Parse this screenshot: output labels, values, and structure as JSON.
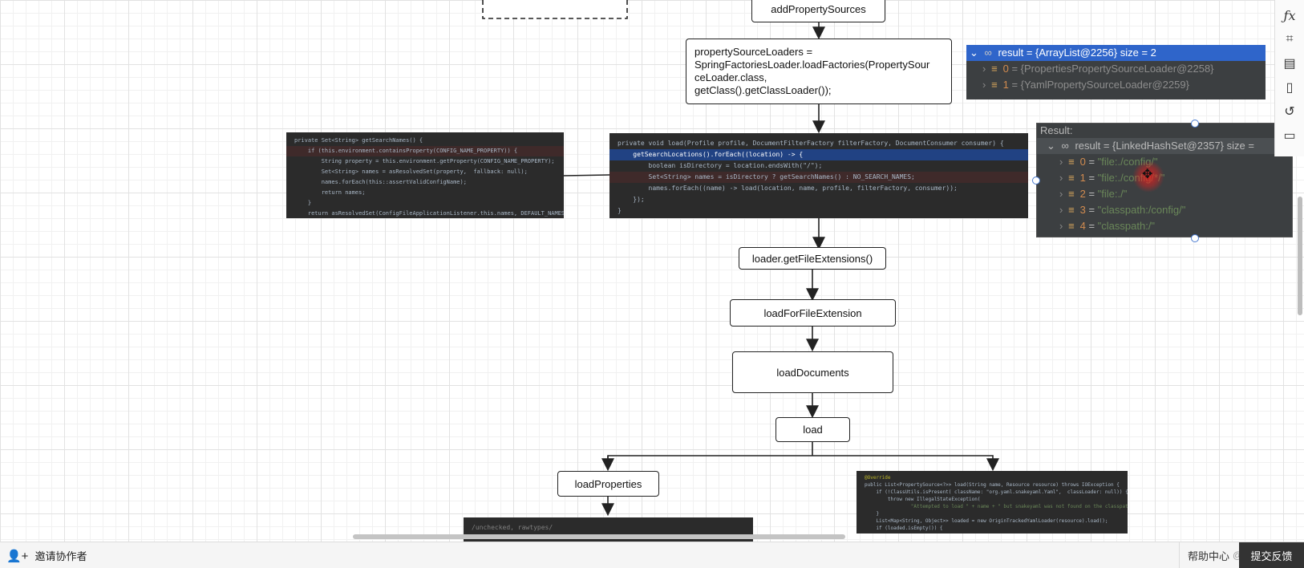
{
  "diagram": {
    "nodes": {
      "add_property_sources": "addPropertySources",
      "property_source_loaders": [
        "propertySourceLoaders =",
        "SpringFactoriesLoader.loadFactories(PropertySour",
        "ceLoader.class,",
        "getClass().getClassLoader());"
      ],
      "get_file_extensions": "loader.getFileExtensions()",
      "load_for_file_extension": "loadForFileExtension",
      "load_documents": "loadDocuments",
      "load": "load",
      "load_properties": "loadProperties"
    }
  },
  "code_get_search_names": [
    "private Set<String> getSearchNames() {",
    "    if (this.environment.containsProperty(CONFIG_NAME_PROPERTY)) {",
    "        String property = this.environment.getProperty(CONFIG_NAME_PROPERTY);",
    "        Set<String> names = asResolvedSet(property,  fallback: null);",
    "        names.forEach(this::assertValidConfigName);",
    "        return names;",
    "    }",
    "    return asResolvedSet(ConfigFileApplicationListener.this.names, DEFAULT_NAMES);",
    "}"
  ],
  "code_load": [
    "private void load(Profile profile, DocumentFilterFactory filterFactory, DocumentConsumer consumer) {",
    "    getSearchLocations().forEach((location) -> {",
    "        boolean isDirectory = location.endsWith(\"/\");",
    "        Set<String> names = isDirectory ? getSearchNames() : NO_SEARCH_NAMES;",
    "        names.forEach((name) -> load(location, name, profile, filterFactory, consumer));",
    "    });",
    "}"
  ],
  "code_yaml_load": [
    "@Override",
    "public List<PropertySource<?>> load(String name, Resource resource) throws IOException {",
    "    if (!ClassUtils.isPresent( className: \"org.yaml.snakeyaml.Yaml\",  classLoader: null)) {",
    "        throw new IllegalStateException(",
    "                \"Attempted to load \" + name + \" but snakeyaml was not found on the classpath\");",
    "    }",
    "    List<Map<String, Object>> loaded = new OriginTrackedYamlLoader(resource).load();",
    "    if (loaded.isEmpty()) {"
  ],
  "code_bottom": [
    "/unchecked, rawtypes/"
  ],
  "debug_loaders": {
    "header": "result = {ArrayList@2256}  size = 2",
    "items": [
      {
        "index": "0",
        "value": "{PropertiesPropertySourceLoader@2258}"
      },
      {
        "index": "1",
        "value": "{YamlPropertySourceLoader@2259}"
      }
    ]
  },
  "debug_locations": {
    "title": "Result:",
    "header": "result = {LinkedHashSet@2357}  size =",
    "items": [
      {
        "index": "0",
        "value": "\"file:./config/\""
      },
      {
        "index": "1",
        "value": "\"file:./config/*/\""
      },
      {
        "index": "2",
        "value": "\"file:./\""
      },
      {
        "index": "3",
        "value": "\"classpath:/config/\""
      },
      {
        "index": "4",
        "value": "\"classpath:/\""
      }
    ]
  },
  "toolbar": {
    "icons": [
      "formula-icon",
      "crop-icon",
      "pages-icon",
      "page-icon",
      "history-icon",
      "comment-icon"
    ]
  },
  "bottom_bar": {
    "invite_label": "邀请协作者",
    "help_label": "帮助中心",
    "feedback_label": "提交反馈",
    "watermark": "@ka..."
  },
  "colors": {
    "accent_selection": "#2f65ca",
    "code_bg": "#2b2b2b",
    "debug_bg": "#3c3f41"
  }
}
